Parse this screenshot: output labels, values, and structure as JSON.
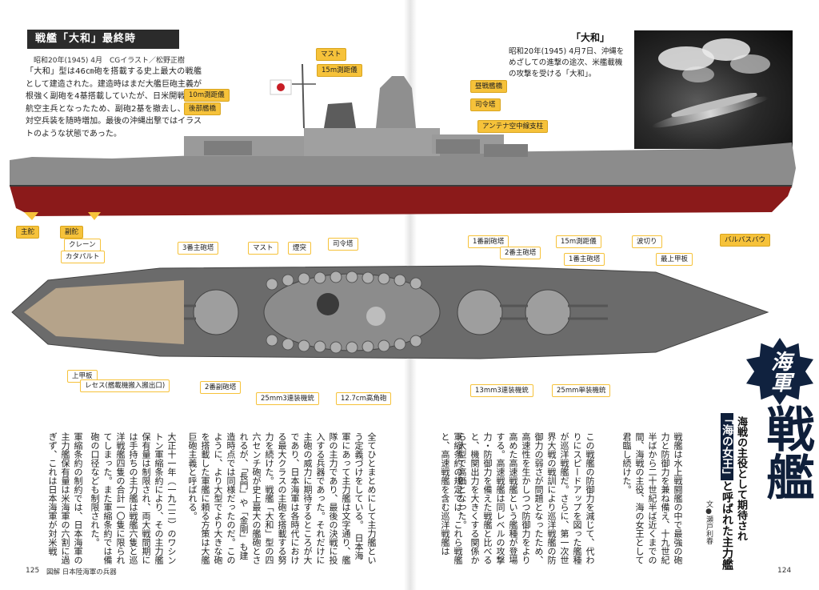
{
  "title_box": "戦艦「大和」最終時",
  "subtitle": "昭和20年(1945) 4月　CGイラスト／松野正樹",
  "intro_text": "「大和」型は46㎝砲を搭載する史上最大の戦艦として建造された。建造時はまだ大艦巨砲主義が根強く副砲を4基搭載していたが、日米開戦後は航空主兵となったため、副砲2基を撤去し、以後対空兵装を随時増加。最後の沖縄出撃ではイラストのような状態であった。",
  "photo": {
    "title": "「大和」",
    "caption": "昭和20年(1945) 4月7日、沖縄をめざしての進撃の途次、米艦載機の攻撃を受ける「大和」。"
  },
  "side_labels": {
    "mast": "マスト",
    "rangefinder15m": "15m測距儀",
    "rangefinder10m": "10m測距儀",
    "rear_bridge": "後部艦橋",
    "main_bridge": "昼戦艦橋",
    "command_tower": "司令塔",
    "antenna": "アンテナ空中線支柱",
    "rudder": "主舵",
    "aux_rudder": "副舵",
    "bulbous_bow": "バルバスバウ"
  },
  "top_labels": {
    "crane": "クレーン",
    "catapult": "カタパルト",
    "turret3": "3番主砲塔",
    "mast": "マスト",
    "funnel": "煙突",
    "command_tower": "司令塔",
    "sec_turret1": "1番副砲塔",
    "turret2": "2番主砲塔",
    "rangefinder15m": "15m測距儀",
    "turret1": "1番主砲塔",
    "breakwater": "波切り",
    "upper_deck": "最上甲板",
    "upper_plate": "上甲板",
    "recess": "レセス(艦載機搬入搬出口)",
    "sec_turret2": "2番副砲塔",
    "aa25_triple": "25mm3連装機銃",
    "aa127": "12.7cm高角砲",
    "aa13_triple": "13mm3連装機銃",
    "aa25_single": "25mm単装機銃"
  },
  "body_left": [
    "全てひとまとめにして主力艦という定義づけをしている。　日本海軍にあって主力艦は文字通り、艦隊の主力であり、最後の決戦に投入する兵器であった。それだけに主砲の威力に期待するところが大であり、日本海軍は各時代における最大クラスの主砲を搭載する努力を続けた。戦艦「大和」型の四六センチ砲が史上最大の艦砲とされるが、「長門」や「金剛」も建造時点では同様だったのだ。このように、より大型でより大きな砲を搭載した軍艦に頼る方策は大艦巨砲主義と呼ばれる。",
    "大正十一年（一九二二）のワシントン軍縮条約により、その主力艦保有量は制限され、両大戦間期には手持ちの主力艦は戦艦六隻と巡洋戦艦四隻の合計一〇隻に限られてしまった。また軍縮条約では備砲の口径なども制限された。",
    "軍縮条約の制約では、日本海軍の主力艦保有量は米海軍の六割に過ぎず、これは日本海軍が対米戦"
  ],
  "body_right": [
    "戦艦は水上戦闘艦の中で最強の砲力と防御力を兼ね備え、十九世紀半ばから二十世紀半ば近くまでの間、海戦の主役、海の女王として君臨し続けた。",
    "この戦艦の防御力を減じて、代わりにスピードアップを図った艦種が巡洋戦艦だ。さらに、第一次世界大戦の戦訓により巡洋戦艦の防御力の弱さが問題となったため、高速性を生かしつつ防御力をより高めた高速戦艦という艦種が登場する。高速戦艦は同レベルの攻撃力・防御力を備えた戦艦と比べると、機関出力を大きくする関係から大型で高価となった。",
    "軍縮条約の規定では、これら戦艦と、高速戦艦を含む巡洋戦艦は"
  ],
  "feature": {
    "kaigun": "海軍",
    "senkan": "戦艦",
    "tagline_a": "海戦の主役として期待され",
    "tagline_b_hl": "「海の女王」",
    "tagline_b": "と呼ばれた主力艦",
    "byline": "文●瀬戸利春"
  },
  "footer": {
    "left_page": "125",
    "left_book": "図解 日本陸海軍の兵器",
    "right_page": "124"
  },
  "colors": {
    "callout_yellow": "#f6c23a",
    "hull_red": "#8b1a1a",
    "hull_gray": "#8c8c8c",
    "deck_gray": "#6b6b6b",
    "navy": "#0f1f3a"
  }
}
